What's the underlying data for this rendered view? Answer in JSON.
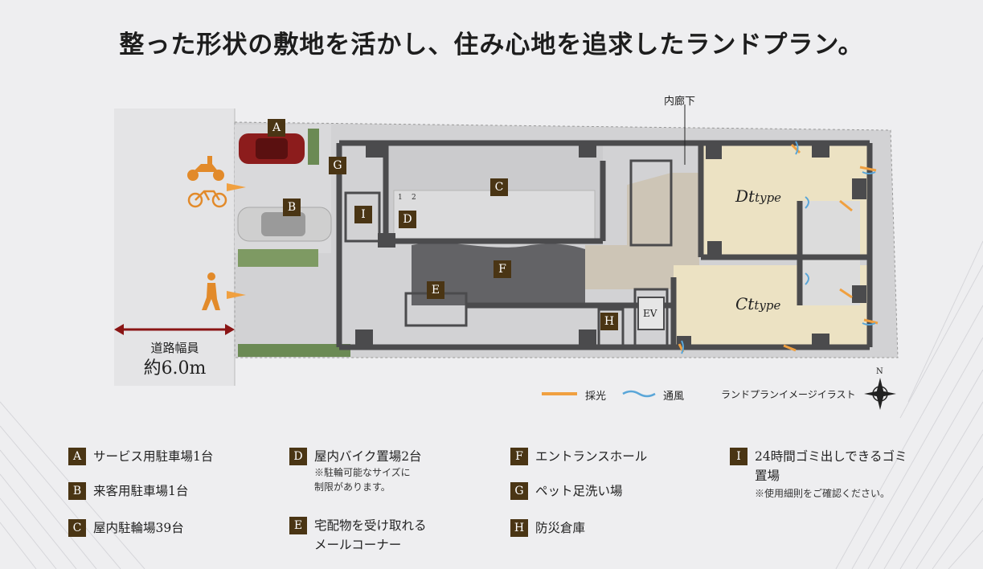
{
  "title": "整った形状の敷地を活かし、住み心地を追求したランドプラン。",
  "map": {
    "corridor_label": "内廊下",
    "road_width_label": "道路幅員",
    "road_width_value": "約6.0m",
    "light_label": "採光",
    "wind_label": "通風",
    "illustration_note": "ランドプランイメージイラスト",
    "north": "N",
    "ev_label": "EV",
    "bike_slots": [
      "1",
      "2"
    ],
    "units": [
      {
        "name_main": "Dt",
        "name_suffix": "type"
      },
      {
        "name_main": "Ct",
        "name_suffix": "type"
      }
    ],
    "markers": [
      "A",
      "B",
      "C",
      "D",
      "E",
      "F",
      "G",
      "H",
      "I"
    ]
  },
  "legend": [
    {
      "key": "A",
      "text": "サービス用駐車場1台"
    },
    {
      "key": "B",
      "text": "来客用駐車場1台"
    },
    {
      "key": "C",
      "text": "屋内駐輪場39台"
    },
    {
      "key": "D",
      "text": "屋内バイク置場2台",
      "note1": "※駐輪可能なサイズに",
      "note2": "制限があります。"
    },
    {
      "key": "E",
      "text": "宅配物を受け取れる",
      "cont": "メールコーナー"
    },
    {
      "key": "F",
      "text": "エントランスホール"
    },
    {
      "key": "G",
      "text": "ペット足洗い場"
    },
    {
      "key": "H",
      "text": "防災倉庫"
    },
    {
      "key": "I",
      "text": "24時間ゴミ出しできるゴミ",
      "cont": "置場",
      "note1": "※使用細則をご確認ください。"
    }
  ],
  "colors": {
    "badge": "#4a3514",
    "wall": "#4b4b4d",
    "unit_floor": "#ebe2c6",
    "entrance_floor": "#636366",
    "arrow": "#f0a040",
    "wind": "#5aa6d8"
  }
}
